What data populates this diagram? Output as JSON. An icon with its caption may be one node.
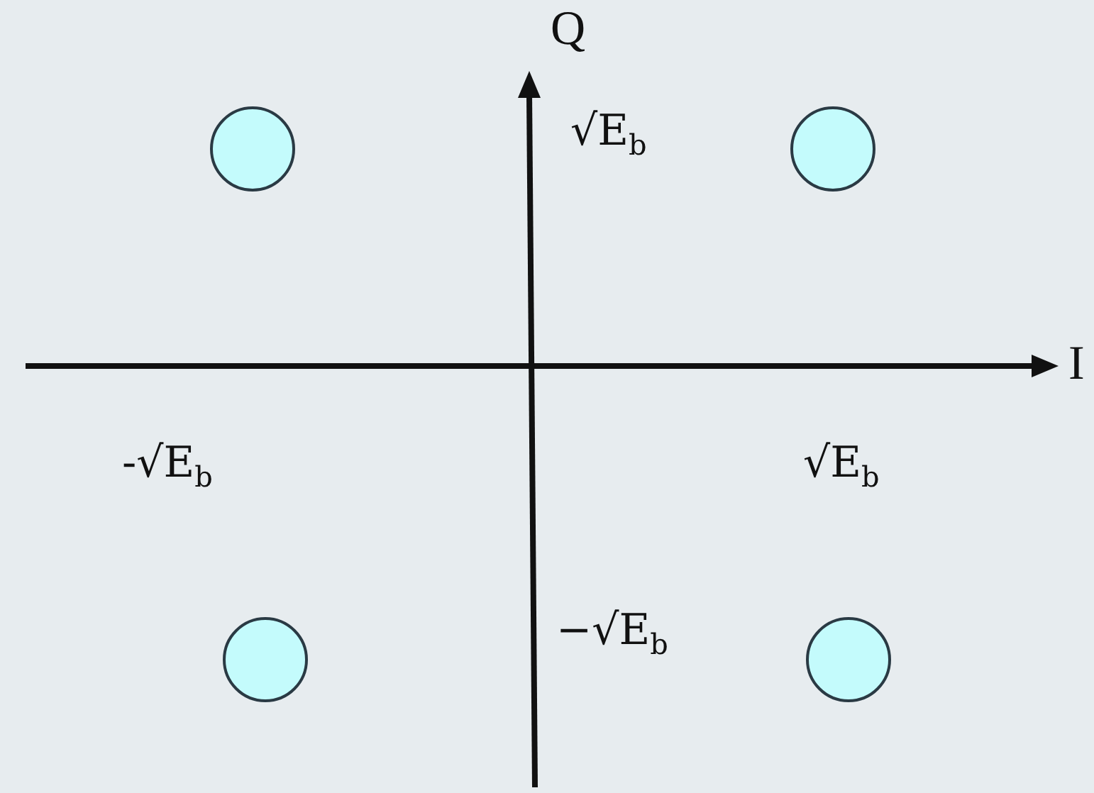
{
  "diagram": {
    "nodes": [
      {
        "text": [],
        "shape": "circle"
      },
      {
        "text": [],
        "shape": "circle"
      },
      {
        "text": [],
        "shape": "circle"
      },
      {
        "text": [],
        "shape": "circle"
      }
    ],
    "labels": [
      "Q",
      "√E$_{b}$",
      "I",
      "-√E$_{b}$",
      "√E$_{b}$",
      "−√E$_{b}$"
    ]
  }
}
